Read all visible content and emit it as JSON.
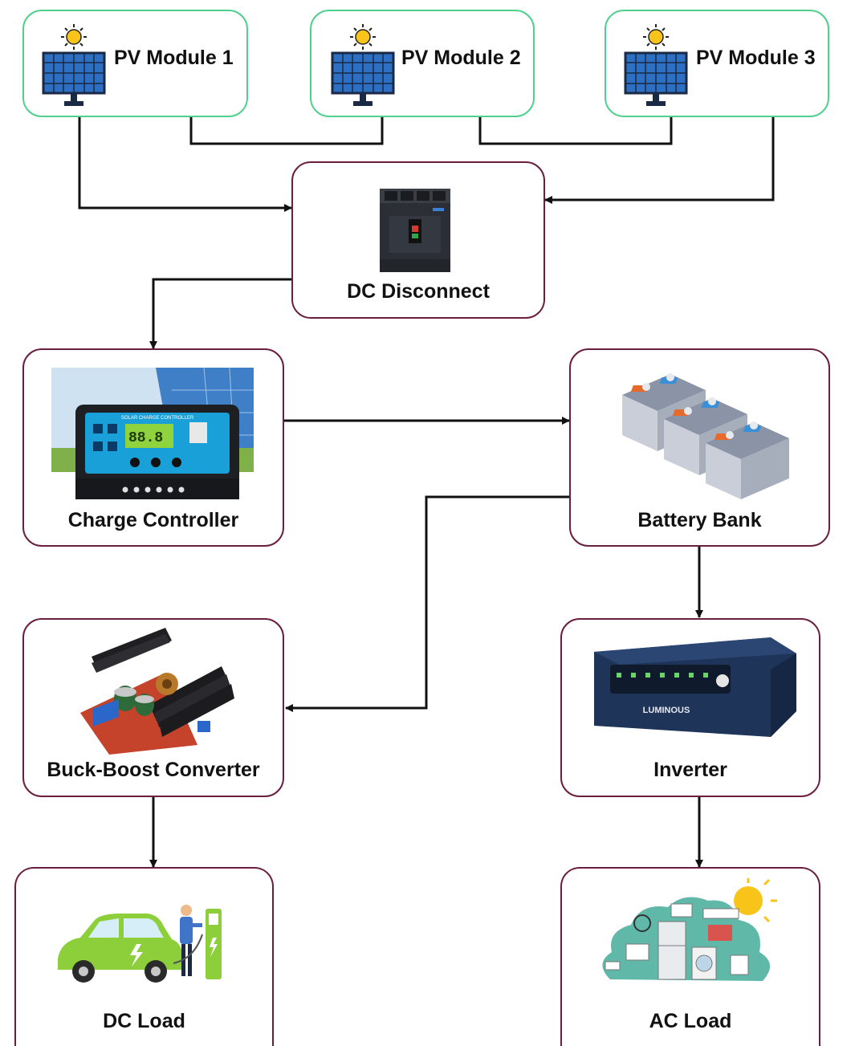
{
  "diagram": {
    "pv_modules": [
      {
        "label": "PV Module 1"
      },
      {
        "label": "PV Module 2"
      },
      {
        "label": "PV Module 3"
      }
    ],
    "dc_disconnect": {
      "label": "DC Disconnect"
    },
    "charge_controller": {
      "label": "Charge Controller",
      "screen_text": "SOLAR CHARGE CONTROLLER",
      "display": "88.8"
    },
    "battery_bank": {
      "label": "Battery Bank"
    },
    "buck_boost": {
      "label": "Buck-Boost Converter"
    },
    "inverter": {
      "label": "Inverter",
      "brand": "LUMINOUS"
    },
    "dc_load": {
      "label": "DC Load"
    },
    "ac_load": {
      "label": "AC Load"
    }
  },
  "colors": {
    "pv_border": "#4fd08c",
    "node_border": "#6b1f3f",
    "wire": "#111111"
  }
}
